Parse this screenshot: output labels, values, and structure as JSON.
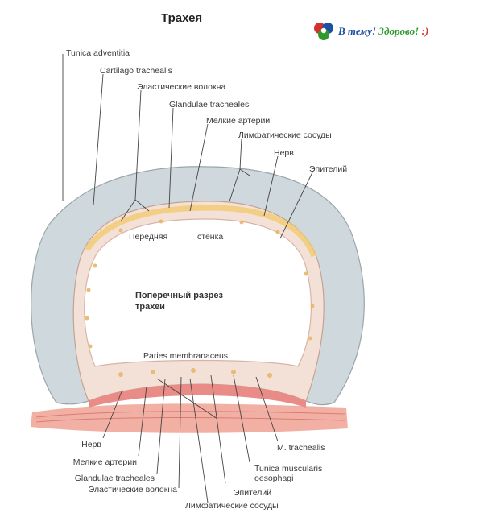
{
  "title": "Трахея",
  "logo": {
    "text_part1": "В тему! ",
    "text_part2": "Здорово! ",
    "text_part3": ":)",
    "colors": [
      "#d2322d",
      "#1f4fa0",
      "#2e9a2e",
      "#f0b400"
    ]
  },
  "center_caption": {
    "line1": "Поперечный разрез",
    "line2": "трахеи"
  },
  "top_labels": {
    "tunica_adventitia": "Tunica adventitia",
    "cartilago_trachealis": "Cartilago trachealis",
    "elastic_fibers": "Эластические волокна",
    "glandulae_tracheales": "Glandulae tracheales",
    "small_arteries": "Мелкие артерии",
    "lymph_vessels": "Лимфатические сосуды",
    "nerve": "Нерв",
    "epithelium": "Эпителий"
  },
  "inner_labels": {
    "anterior": "Передняя",
    "wall": "стенка",
    "paries_membranaceus": "Paries membranaceus"
  },
  "bottom_labels": {
    "nerve": "Нерв",
    "small_arteries": "Мелкие артерии",
    "glandulae_tracheales": "Glandulae tracheales",
    "elastic_fibers": "Эластические волокна",
    "lymph_vessels": "Лимфатические сосуды",
    "m_trachealis": "M. trachealis",
    "tunica_muscularis_line1": "Tunica muscularis",
    "tunica_muscularis_line2": "oesophagi",
    "epithelium": "Эпителий"
  },
  "palette": {
    "cartilage": "#cfd8dc",
    "cartilage_edge": "#9aa6ab",
    "submucosa": "#f3e0d6",
    "gland_yellow": "#f2c96a",
    "muscle_red": "#e98b86",
    "esophagus": "#f0a295",
    "lumen": "#ffffff",
    "leader": "#444444"
  }
}
